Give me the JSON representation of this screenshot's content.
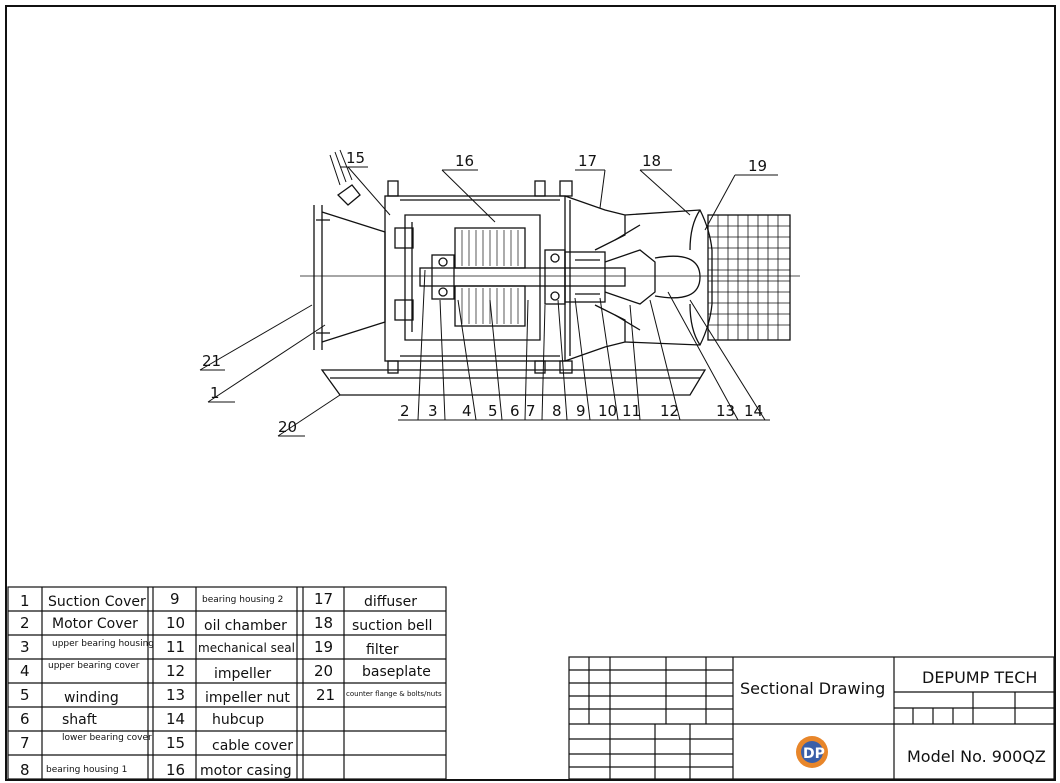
{
  "callouts": [
    "1",
    "2",
    "3",
    "4",
    "5",
    "6",
    "7",
    "8",
    "9",
    "10",
    "11",
    "12",
    "13",
    "14",
    "15",
    "16",
    "17",
    "18",
    "19",
    "20",
    "21"
  ],
  "parts_table": [
    [
      {
        "num": "1",
        "name": "Suction Cover"
      },
      {
        "num": "9",
        "name": "bearing housing 2"
      },
      {
        "num": "17",
        "name": "diffuser"
      }
    ],
    [
      {
        "num": "2",
        "name": "Motor Cover"
      },
      {
        "num": "10",
        "name": "oil chamber"
      },
      {
        "num": "18",
        "name": "suction bell"
      }
    ],
    [
      {
        "num": "3",
        "name": "upper bearing housing"
      },
      {
        "num": "11",
        "name": "mechanical seal"
      },
      {
        "num": "19",
        "name": "filter"
      }
    ],
    [
      {
        "num": "4",
        "name": "upper bearing cover"
      },
      {
        "num": "12",
        "name": "impeller"
      },
      {
        "num": "20",
        "name": "baseplate"
      }
    ],
    [
      {
        "num": "5",
        "name": "winding"
      },
      {
        "num": "13",
        "name": "impeller nut"
      },
      {
        "num": "21",
        "name": "counter flange & bolts/nuts"
      }
    ],
    [
      {
        "num": "6",
        "name": "shaft"
      },
      {
        "num": "14",
        "name": "hubcup"
      },
      {
        "num": "",
        "name": ""
      }
    ],
    [
      {
        "num": "7",
        "name": "lower bearing cover"
      },
      {
        "num": "15",
        "name": "cable cover"
      },
      {
        "num": "",
        "name": ""
      }
    ],
    [
      {
        "num": "8",
        "name": "bearing housing 1"
      },
      {
        "num": "16",
        "name": "motor casing"
      },
      {
        "num": "",
        "name": ""
      }
    ]
  ],
  "title_block": {
    "drawing_title": "Sectional Drawing",
    "company": "DEPUMP TECH",
    "model": "Model No. 900QZ",
    "logo_text": "DP"
  },
  "colors": {
    "line": "#111111",
    "logo_orange": "#e8862a",
    "logo_blue": "#3a5fa8"
  }
}
